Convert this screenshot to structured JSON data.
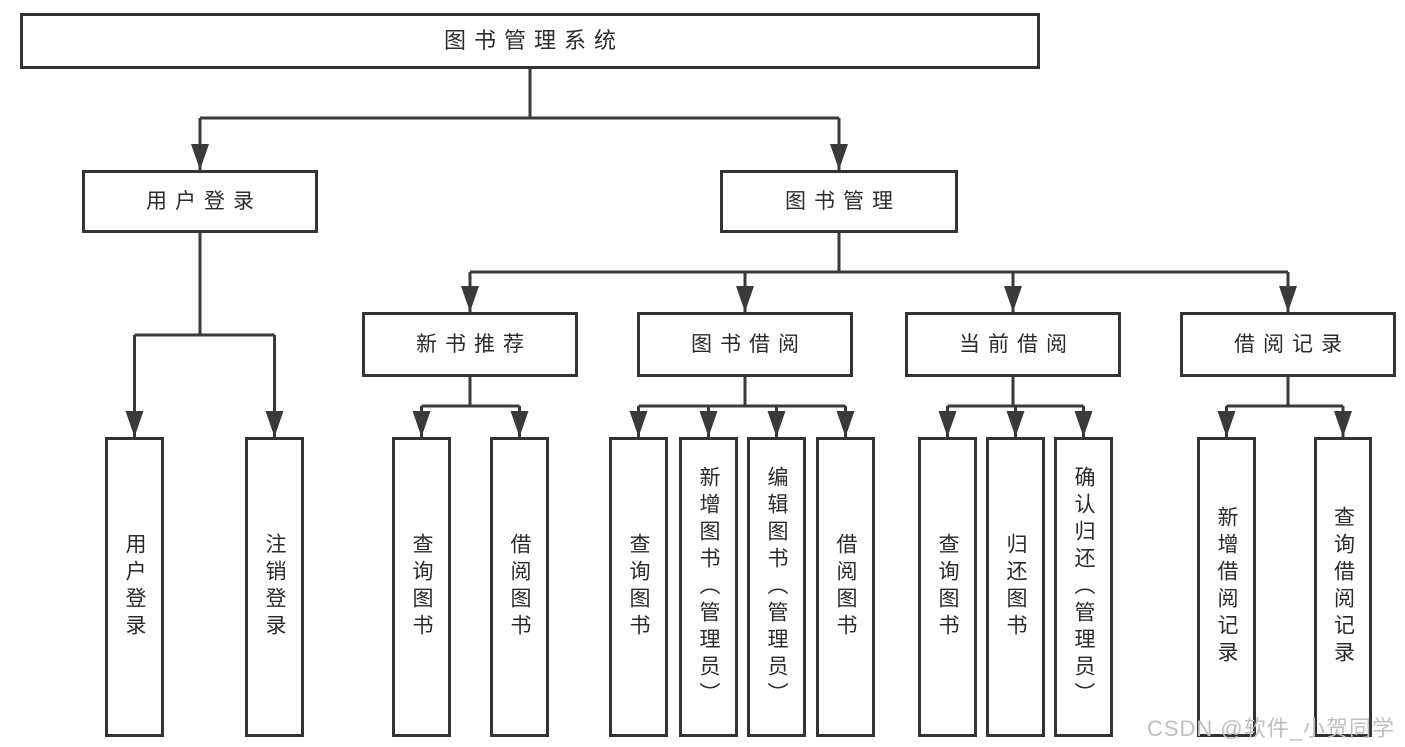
{
  "diagram": {
    "title": "图书管理系统",
    "level2": [
      {
        "label": "用户登录"
      },
      {
        "label": "图书管理"
      }
    ],
    "level3": [
      {
        "label": "新书推荐"
      },
      {
        "label": "图书借阅"
      },
      {
        "label": "当前借阅"
      },
      {
        "label": "借阅记录"
      }
    ],
    "leaves": {
      "user_login": [
        "用户登录",
        "注销登录"
      ],
      "new_book_recommend": [
        "查询图书",
        "借阅图书"
      ],
      "book_borrow": [
        "查询图书",
        "新增图书（管理员）",
        "编辑图书（管理员）",
        "借阅图书"
      ],
      "current_borrow": [
        "查询图书",
        "归还图书",
        "确认归还（管理员）"
      ],
      "borrow_record": [
        "新增借阅记录",
        "查询借阅记录"
      ]
    },
    "watermark": "CSDN @软件_小贺同学",
    "colors": {
      "line": "#3a3a3a",
      "border": "#333333",
      "text": "#2b2b2b",
      "watermark": "#bfbfbf",
      "background": "#ffffff"
    }
  }
}
